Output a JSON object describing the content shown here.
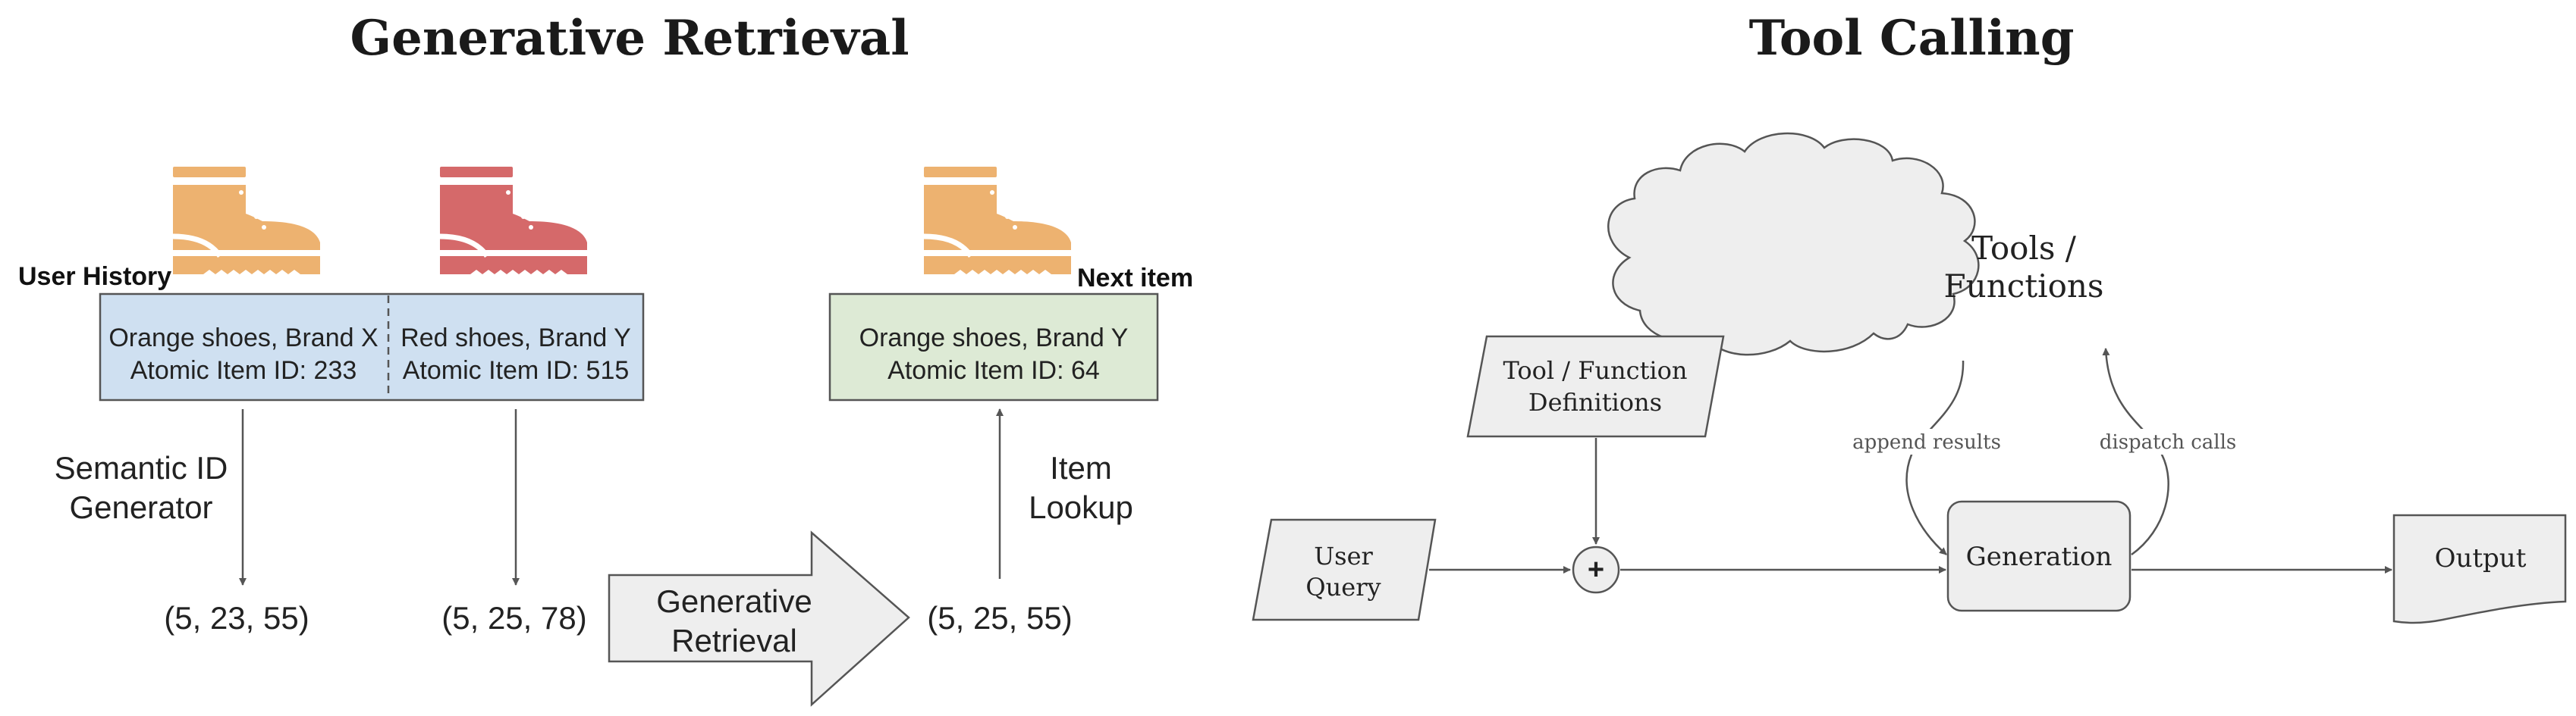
{
  "left_panel": {
    "title": "Generative Retrieval",
    "user_history_label": "User History",
    "next_item_label": "Next item",
    "history_items": [
      {
        "name": "Orange shoes, Brand X",
        "id_text": "Atomic Item ID: 233",
        "semantic_id": "(5, 23, 55)"
      },
      {
        "name": "Red shoes, Brand Y",
        "id_text": "Atomic Item ID: 515",
        "semantic_id": "(5, 25, 78)"
      }
    ],
    "next_item": {
      "name": "Orange shoes, Brand Y",
      "id_text": "Atomic Item ID: 64",
      "semantic_id": "(5, 25, 55)"
    },
    "semantic_id_generator": [
      "Semantic ID",
      "Generator"
    ],
    "generative_retrieval_arrow": [
      "Generative",
      "Retrieval"
    ],
    "item_lookup": [
      "Item",
      "Lookup"
    ],
    "colors": {
      "orange_shoe": "#EDB270",
      "red_shoe": "#D5696A",
      "history_box": "#CFE0F1",
      "next_item_box": "#DDEAD5"
    }
  },
  "right_panel": {
    "title": "Tool Calling",
    "cloud_label": [
      "Tools /",
      "Functions"
    ],
    "definitions": [
      "Tool / Function",
      "Definitions"
    ],
    "user_query": [
      "User",
      "Query"
    ],
    "plus": "+",
    "generation": "Generation",
    "output": "Output",
    "append_results": "append results",
    "dispatch_calls": "dispatch calls"
  },
  "icons": [
    "boot-icon"
  ]
}
